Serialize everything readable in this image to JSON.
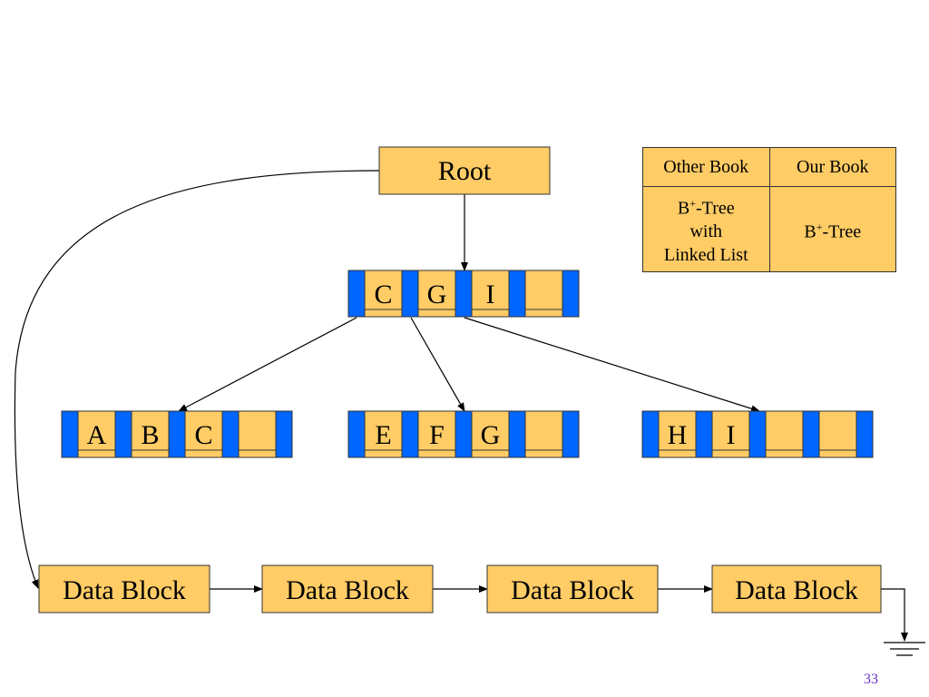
{
  "root": {
    "label": "Root"
  },
  "nodes": {
    "internal": {
      "keys": [
        "C",
        "G",
        "I",
        ""
      ]
    },
    "leaf1": {
      "keys": [
        "A",
        "B",
        "C",
        ""
      ]
    },
    "leaf2": {
      "keys": [
        "E",
        "F",
        "G",
        ""
      ]
    },
    "leaf3": {
      "keys": [
        "H",
        "I",
        "",
        ""
      ]
    }
  },
  "data_blocks": [
    "Data Block",
    "Data Block",
    "Data Block",
    "Data Block"
  ],
  "legend": {
    "headers": [
      "Other Book",
      "Our Book"
    ],
    "other_book_lines": [
      "B",
      "+",
      "-Tree",
      "with",
      "Linked List"
    ],
    "our_book": {
      "base": "B",
      "sup": "+",
      "rest": "-Tree"
    }
  },
  "page_number": "33",
  "colors": {
    "cell": "#ffcc66",
    "pointer": "#0066ff",
    "stroke": "#333333",
    "page_number": "#6633cc"
  }
}
